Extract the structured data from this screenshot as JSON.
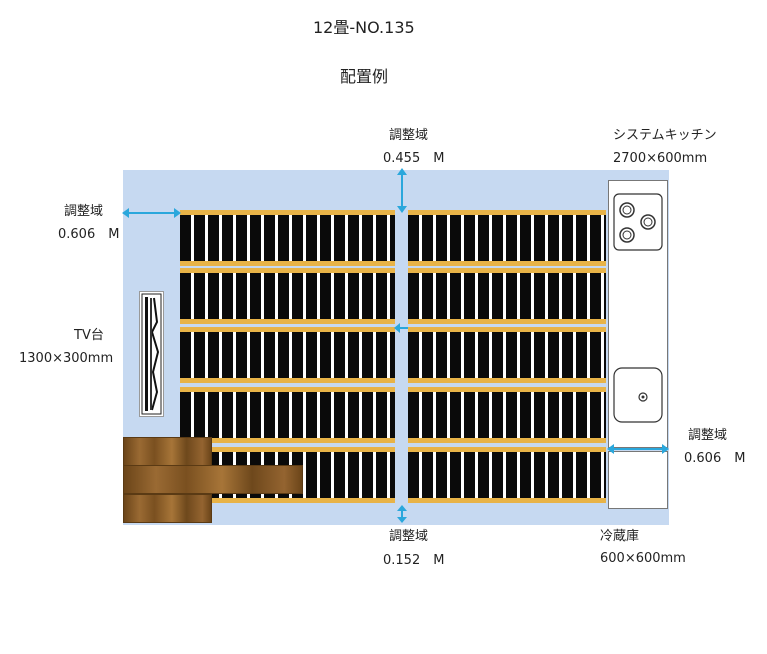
{
  "title": "12畳-NO.135",
  "subtitle": "配置例",
  "labels": {
    "top_margin_label": "調整域",
    "top_margin_value": "0.455　M",
    "left_margin_label": "調整域",
    "left_margin_value": "0.606　M",
    "right_margin_label": "調整域",
    "right_margin_value": "0.606　M",
    "bottom_margin_label": "調整域",
    "bottom_margin_value": "0.152　M",
    "kitchen_name": "システムキッチン",
    "kitchen_size": "2700×600mm",
    "tv_name": "TV台",
    "tv_size": "1300×300mm",
    "fridge_name": "冷蔵庫",
    "fridge_size": "600×600mm"
  },
  "colors": {
    "room": "#c6d9f1",
    "heater_rail": "#e8b347",
    "heater_element": "#0a0a0a",
    "arrow": "#2aa7dc"
  },
  "icons": [
    "stove-burner-icon",
    "sink-icon",
    "tv-icon"
  ]
}
